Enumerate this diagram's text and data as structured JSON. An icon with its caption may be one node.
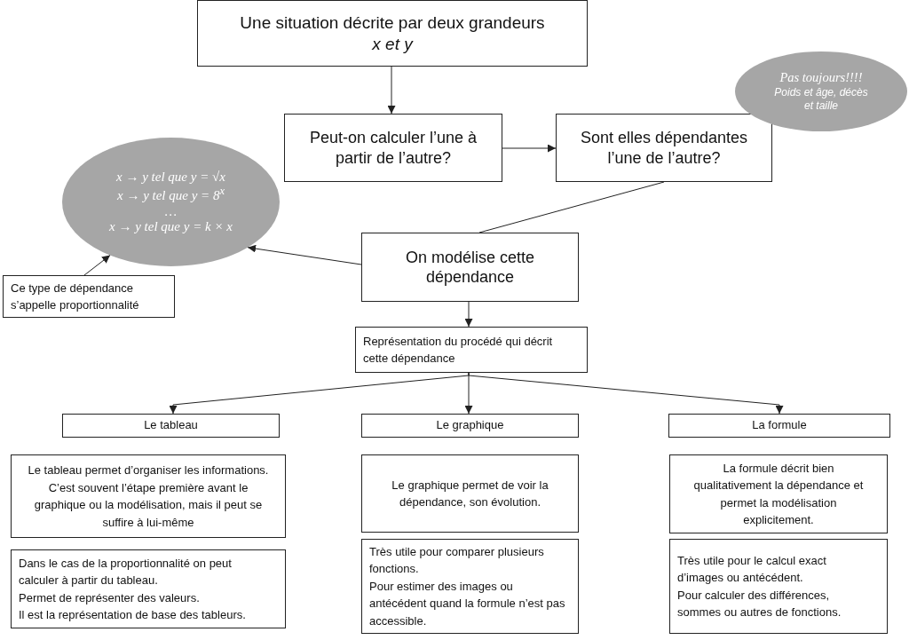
{
  "diagram": {
    "nodes": [
      {
        "text": [
          "Une situation décrite par deux grandeurs *x et y*"
        ]
      },
      {
        "text": [
          "Peut-on calculer l’une à partir de l’autre?"
        ]
      },
      {
        "text": [
          "Sont elles dépendantes l’une de l’autre?"
        ]
      },
      {
        "text": [
          "Pas toujours!!!!",
          "Poids et âge, décès et taille"
        ]
      },
      {
        "text": [
          "x → y tel que y = √x",
          "x → y tel que y = 8$^{x}$",
          "…",
          "x → y tel que y = k × x"
        ]
      },
      {
        "text": [
          "Ce type de dépendance s’appelle proportionnalité"
        ]
      },
      {
        "text": [
          "On modélise cette dépendance"
        ]
      },
      {
        "text": [
          "Représentation du procédé qui décrit cette dépendance"
        ]
      },
      {
        "text": [
          "Le tableau"
        ]
      },
      {
        "text": [
          "Le graphique"
        ]
      },
      {
        "text": [
          "La formule"
        ]
      },
      {
        "text": [
          "Le tableau permet d’organiser les informations. C’est souvent l’étape première avant le graphique ou la modélisation, mais il peut se suffire à lui-même"
        ]
      },
      {
        "text": [
          "Dans le cas de la proportionnalité on peut calculer à partir du tableau.",
          "Permet de représenter des valeurs.",
          "Il est la représentation de base des tableurs."
        ]
      },
      {
        "text": [
          "Le graphique permet de voir la dépendance, son évolution."
        ]
      },
      {
        "text": [
          "Très utile pour comparer plusieurs fonctions.",
          "Pour estimer des images ou antécédent quand la formule n’est pas accessible."
        ]
      },
      {
        "text": [
          "La formule décrit bien qualitativement la dépendance et permet la modélisation explicitement."
        ]
      },
      {
        "text": [
          "Très utile pour le calcul exact d’images ou antécédent.",
          "Pour calculer des différences, sommes ou autres de fonctions."
        ]
      }
    ],
    "edges": [
      {
        "from": 0,
        "to": 1,
        "arrow": "to"
      },
      {
        "from": 1,
        "to": 2,
        "arrow": "to"
      },
      {
        "from": 2,
        "to": 6,
        "arrow": "none"
      },
      {
        "from": 6,
        "to": 4,
        "arrow": "to"
      },
      {
        "from": 5,
        "to": 4,
        "arrow": "to"
      },
      {
        "from": 6,
        "to": 7,
        "arrow": "to"
      },
      {
        "from": 7,
        "to": 8,
        "arrow": "to"
      },
      {
        "from": 7,
        "to": 9,
        "arrow": "to"
      },
      {
        "from": 7,
        "to": 10,
        "arrow": "to"
      }
    ]
  }
}
